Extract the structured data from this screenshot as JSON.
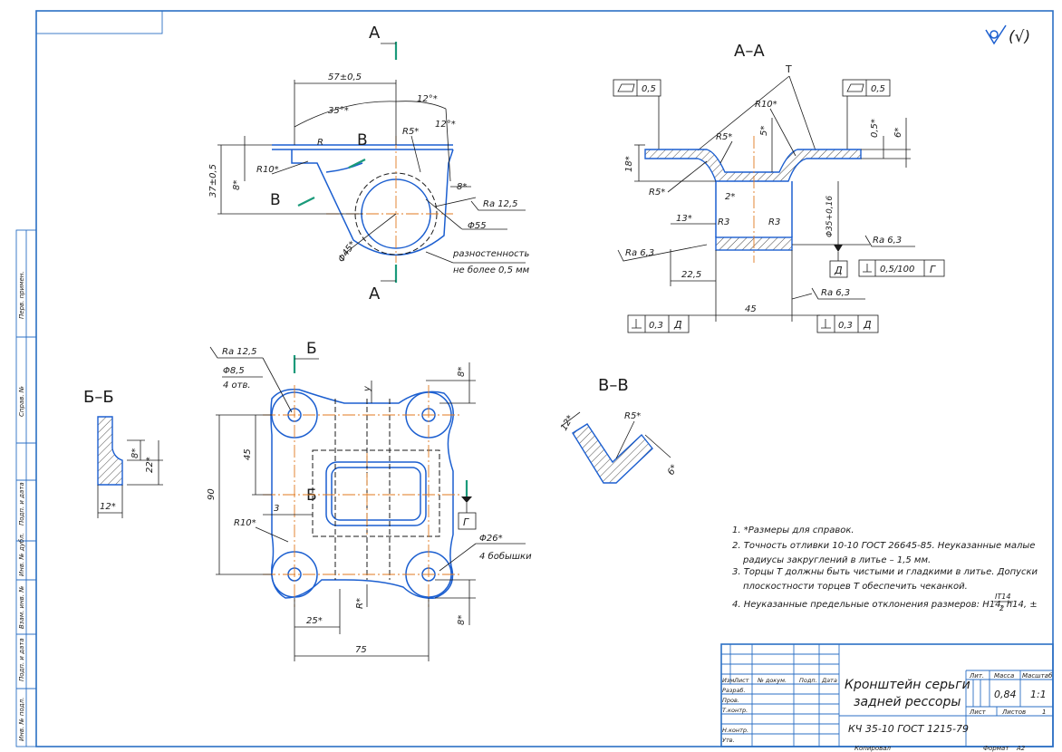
{
  "views": {
    "section_aa": "А–А",
    "section_bb": "Б–Б",
    "section_vv": "В–В",
    "mark_a": "А",
    "mark_b": "Б",
    "mark_v": "В",
    "mark_t": "Т",
    "mark_d": "Д",
    "mark_g": "Г",
    "roughness_general": "(√)"
  },
  "dims": {
    "d57": "57±0,5",
    "d37": "37±0,5",
    "d8a": "8*",
    "d35deg": "35°*",
    "d12deg": "12°*",
    "d12deg2": "12°*",
    "r5": "R5*",
    "r10": "R10*",
    "r_small": "R",
    "ra125": "Ra 12,5",
    "phi55": "Φ55",
    "phi45": "Φ45*",
    "d8b": "8*",
    "runout1": "разностенность",
    "runout2": "не более 0,5 мм",
    "flat05": "0,5",
    "flat05b": "0,5",
    "aa_r10": "R10*",
    "aa_r5": "R5*",
    "aa_r5b": "R5*",
    "aa_5": "5*",
    "aa_05": "0,5*",
    "aa_6": "6*",
    "aa_18": "18*",
    "aa_2": "2*",
    "aa_13": "13*",
    "aa_r3a": "R3",
    "aa_r3b": "R3",
    "aa_phi35": "Φ35+0,16",
    "aa_ra63a": "Ra 6,3",
    "aa_ra63b": "Ra 6,3",
    "aa_ra63c": "Ra 6,3",
    "aa_225": "22,5",
    "aa_45": "45",
    "perp1_val": "0,3",
    "perp2_val": "0,3",
    "perp3_val": "0,5/100",
    "bb_8": "8*",
    "bb_22": "22*",
    "bb_12": "12*",
    "pv_ra125": "Ra 12,5",
    "pv_phi85": "Φ8,5",
    "pv_4otv": "4 отв.",
    "pv_y": "у",
    "pv_8a": "8*",
    "pv_45": "45",
    "pv_90": "90",
    "pv_3": "3",
    "pv_r10": "R10*",
    "pv_phi26": "Φ26*",
    "pv_4bob": "4 бобышки",
    "pv_r": "R*",
    "pv_25": "25*",
    "pv_75": "75",
    "pv_8b": "8*",
    "vv_12": "12*",
    "vv_r5": "R5*",
    "vv_6": "6*"
  },
  "notes": [
    "1. *Размеры для справок.",
    "2. Точность отливки 10-10 ГОСТ 26645-85. Неуказанные малые",
    "радиусы закруглений в литье – 1,5 мм.",
    "3. Торцы Т должны быть чистыми и гладкими в литье. Допуски",
    "плоскостности торцев Т обеспечить чеканкой.",
    "4. Неуказанные предельные отклонения размеров: Н14, h14, ±",
    "IT14",
    "2"
  ],
  "side_strip": [
    "Перв. примен.",
    "Справ. №",
    "Подп. и дата",
    "Инв. № дубл.",
    "Взам. инв. №",
    "Подп. и дата",
    "Инв. № подл."
  ],
  "title_block": {
    "title_line1": "Кронштейн серьги",
    "title_line2": "задней рессоры",
    "material": "КЧ 35-10 ГОСТ 1215-79",
    "col_izm": "Изм.",
    "col_list": "Лист",
    "col_ndok": "№ докум.",
    "col_podp": "Подп.",
    "col_data": "Дата",
    "row_razrab": "Разраб.",
    "row_prov": "Пров.",
    "row_tkontr": "Т.контр.",
    "row_nkontr": "Н.контр.",
    "row_utv": "Утв.",
    "lit": "Лит.",
    "massa": "Масса",
    "masshtab": "Масштаб",
    "mass_val": "0,84",
    "scale_val": "1:1",
    "list_label": "Лист",
    "listov_label": "Листов",
    "listov_val": "1",
    "kopiroval": "Копировал",
    "format_label": "Формат",
    "format_val": "А2"
  }
}
